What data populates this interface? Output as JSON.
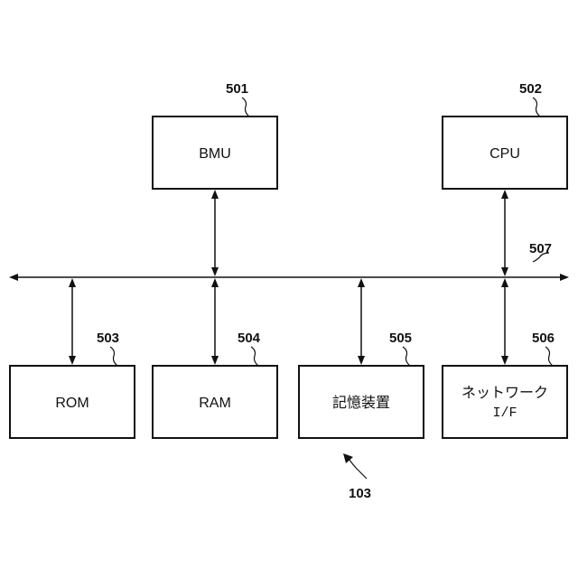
{
  "blocks": {
    "bmu": {
      "ref": "501",
      "label": "BMU"
    },
    "cpu": {
      "ref": "502",
      "label": "CPU"
    },
    "rom": {
      "ref": "503",
      "label": "ROM"
    },
    "ram": {
      "ref": "504",
      "label": "RAM"
    },
    "storage": {
      "ref": "505",
      "label": "記憶装置"
    },
    "network": {
      "ref": "506",
      "label_line1": "ネットワーク",
      "label_line2": "I/F"
    }
  },
  "bus": {
    "ref": "507"
  },
  "system": {
    "ref": "103"
  }
}
